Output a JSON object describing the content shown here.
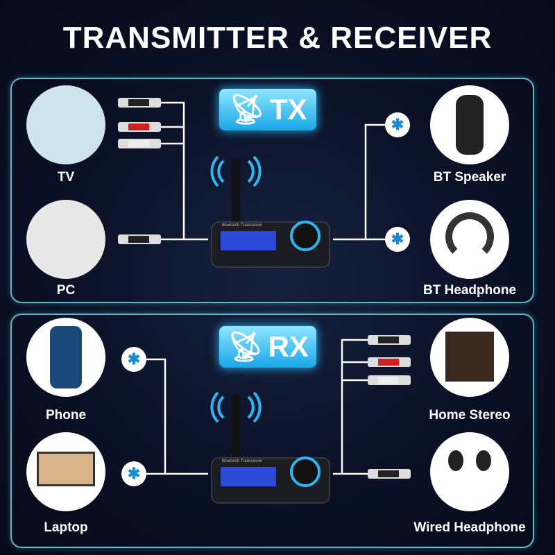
{
  "title": "TRANSMITTER & RECEIVER",
  "tx": {
    "badge": "TX",
    "sources": [
      {
        "label": "TV"
      },
      {
        "label": "PC"
      }
    ],
    "outputs": [
      {
        "label": "BT Speaker"
      },
      {
        "label": "BT Headphone"
      }
    ]
  },
  "rx": {
    "badge": "RX",
    "sources": [
      {
        "label": "Phone"
      },
      {
        "label": "Laptop"
      }
    ],
    "outputs": [
      {
        "label": "Home Stereo"
      },
      {
        "label": "Wired Headphone"
      }
    ]
  },
  "device": {
    "name": "Bluetooth Transceiver"
  },
  "colors": {
    "accent": "#1aa6e8",
    "panel_border": "#5fb8c8",
    "background": "#0a1024"
  }
}
